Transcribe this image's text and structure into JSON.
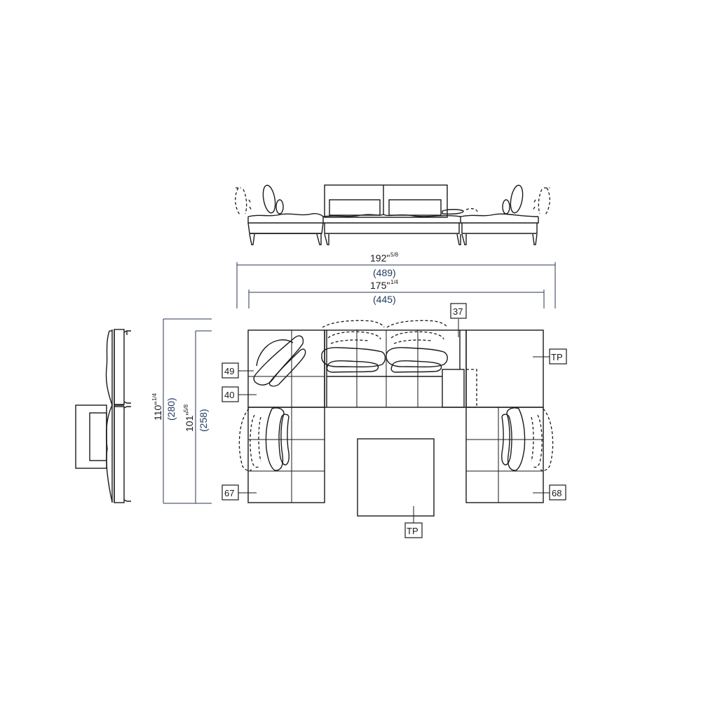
{
  "diagram": {
    "type": "sectional-sofa-technical-drawing",
    "views": [
      "front-elevation",
      "side-elevation",
      "plan"
    ],
    "colors": {
      "line": "#1a1a1a",
      "dimension_line": "#2a3550",
      "metric_text": "#1f3a5f",
      "background": "#ffffff"
    }
  },
  "dimensions": {
    "overall_width": {
      "imperial": "192\"",
      "imperial_fraction": "5/8",
      "metric": "(489)"
    },
    "inner_width": {
      "imperial": "175\"",
      "imperial_fraction": "1/4",
      "metric": "(445)"
    },
    "overall_depth": {
      "imperial": "110\"",
      "imperial_fraction": "1/4",
      "metric": "(280)"
    },
    "inner_depth": {
      "imperial": "101\"",
      "imperial_fraction": "5/8",
      "metric": "(258)"
    }
  },
  "tags": {
    "t37": "37",
    "t49": "49",
    "t40": "40",
    "t67": "67",
    "t68": "68",
    "tp_right": "TP",
    "tp_center": "TP"
  }
}
